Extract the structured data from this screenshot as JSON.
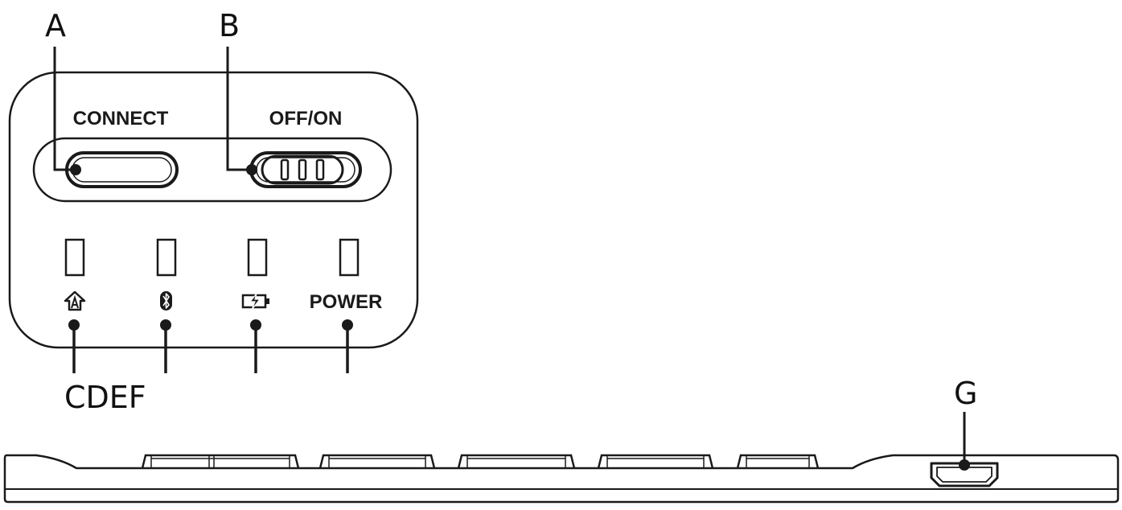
{
  "callouts": {
    "a": "A",
    "b": "B",
    "cdef": "CDEF",
    "g": "G"
  },
  "panel": {
    "connect_label": "CONNECT",
    "offon_label": "OFF/ON",
    "power_label": "POWER"
  },
  "indicators": [
    {
      "icon": "caps-lock-icon"
    },
    {
      "icon": "bluetooth-icon"
    },
    {
      "icon": "battery-charging-icon"
    },
    {
      "icon": "power-led-icon"
    }
  ],
  "colors": {
    "ink": "#1a1a1a",
    "background": "#ffffff"
  }
}
